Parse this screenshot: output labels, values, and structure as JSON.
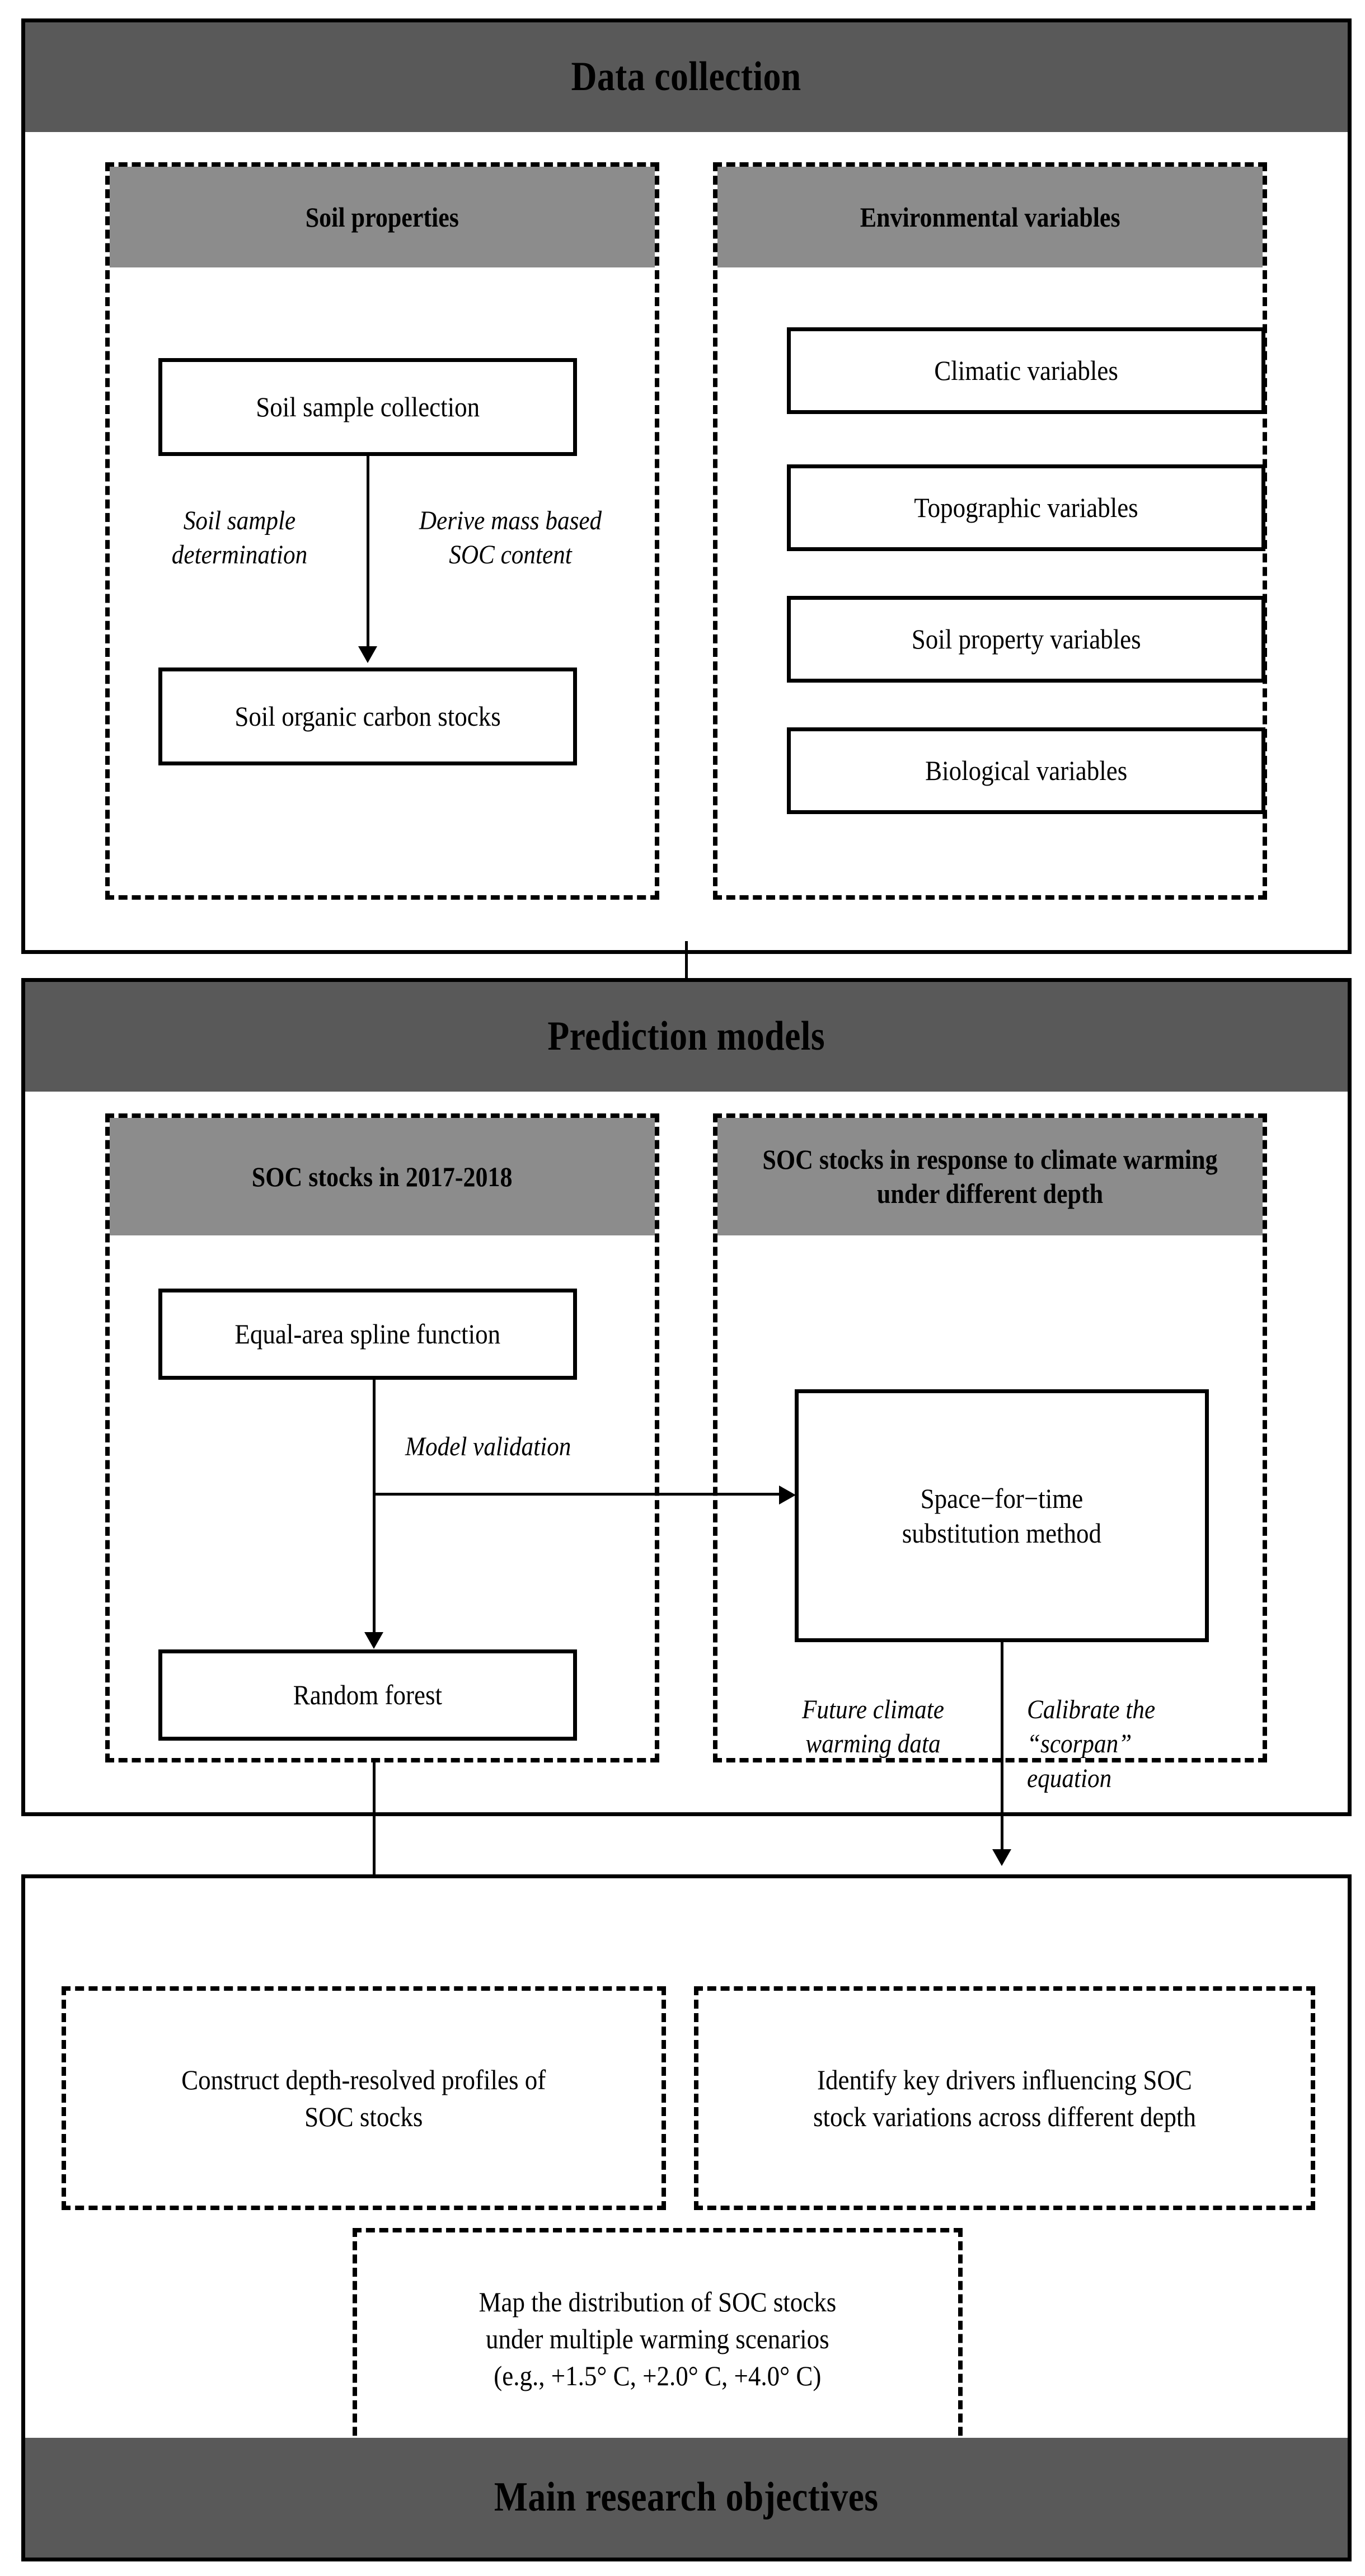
{
  "colors": {
    "section_header_bg": "#595959",
    "sub_header_bg": "#8c8c8c",
    "line": "#000000",
    "page_bg": "#ffffff"
  },
  "sections": {
    "data_collection": {
      "title": "Data collection",
      "groups": {
        "soil_properties": {
          "header": "Soil properties",
          "nodes": {
            "soil_sample_collection": "Soil sample collection",
            "soc_stocks": "Soil organic carbon stocks"
          },
          "edge_labels": {
            "left": "Soil sample\ndetermination",
            "right": "Derive mass based\nSOC content"
          }
        },
        "environmental_variables": {
          "header": "Environmental variables",
          "nodes": [
            "Climatic variables",
            "Topographic variables",
            "Soil property variables",
            "Biological variables"
          ]
        }
      }
    },
    "prediction_models": {
      "title": "Prediction models",
      "groups": {
        "soc_stocks_2017_2018": {
          "header": "SOC stocks in 2017-2018",
          "nodes": {
            "equal_area_spline": "Equal-area spline function",
            "random_forest": "Random forest"
          },
          "edge_labels": {
            "model_validation": "Model validation"
          }
        },
        "soc_response_warming": {
          "header": "SOC stocks  in response to climate warming under different depth",
          "nodes": {
            "space_for_time": "Space−for−time\nsubstitution method"
          },
          "edge_labels": {
            "left": "Future climate\nwarming data",
            "right": "Calibrate the\n“scorpan”\nequation"
          }
        }
      }
    },
    "main_research_objectives": {
      "title": "Main research objectives",
      "objectives": [
        "Construct depth-resolved profiles of SOC stocks",
        "Identify key drivers influencing SOC stock variations across different depth",
        "Map the distribution of SOC stocks under multiple warming scenarios (e.g., +1.5° C, +2.0° C, +4.0° C)"
      ],
      "objective_lines": {
        "construct": [
          "Construct depth-resolved profiles of",
          "SOC stocks"
        ],
        "identify": [
          "Identify key drivers influencing SOC",
          "stock variations across different depth"
        ],
        "map": [
          "Map the distribution of SOC stocks",
          "under multiple warming scenarios",
          "(e.g., +1.5° C, +2.0° C, +4.0° C)"
        ]
      }
    }
  }
}
